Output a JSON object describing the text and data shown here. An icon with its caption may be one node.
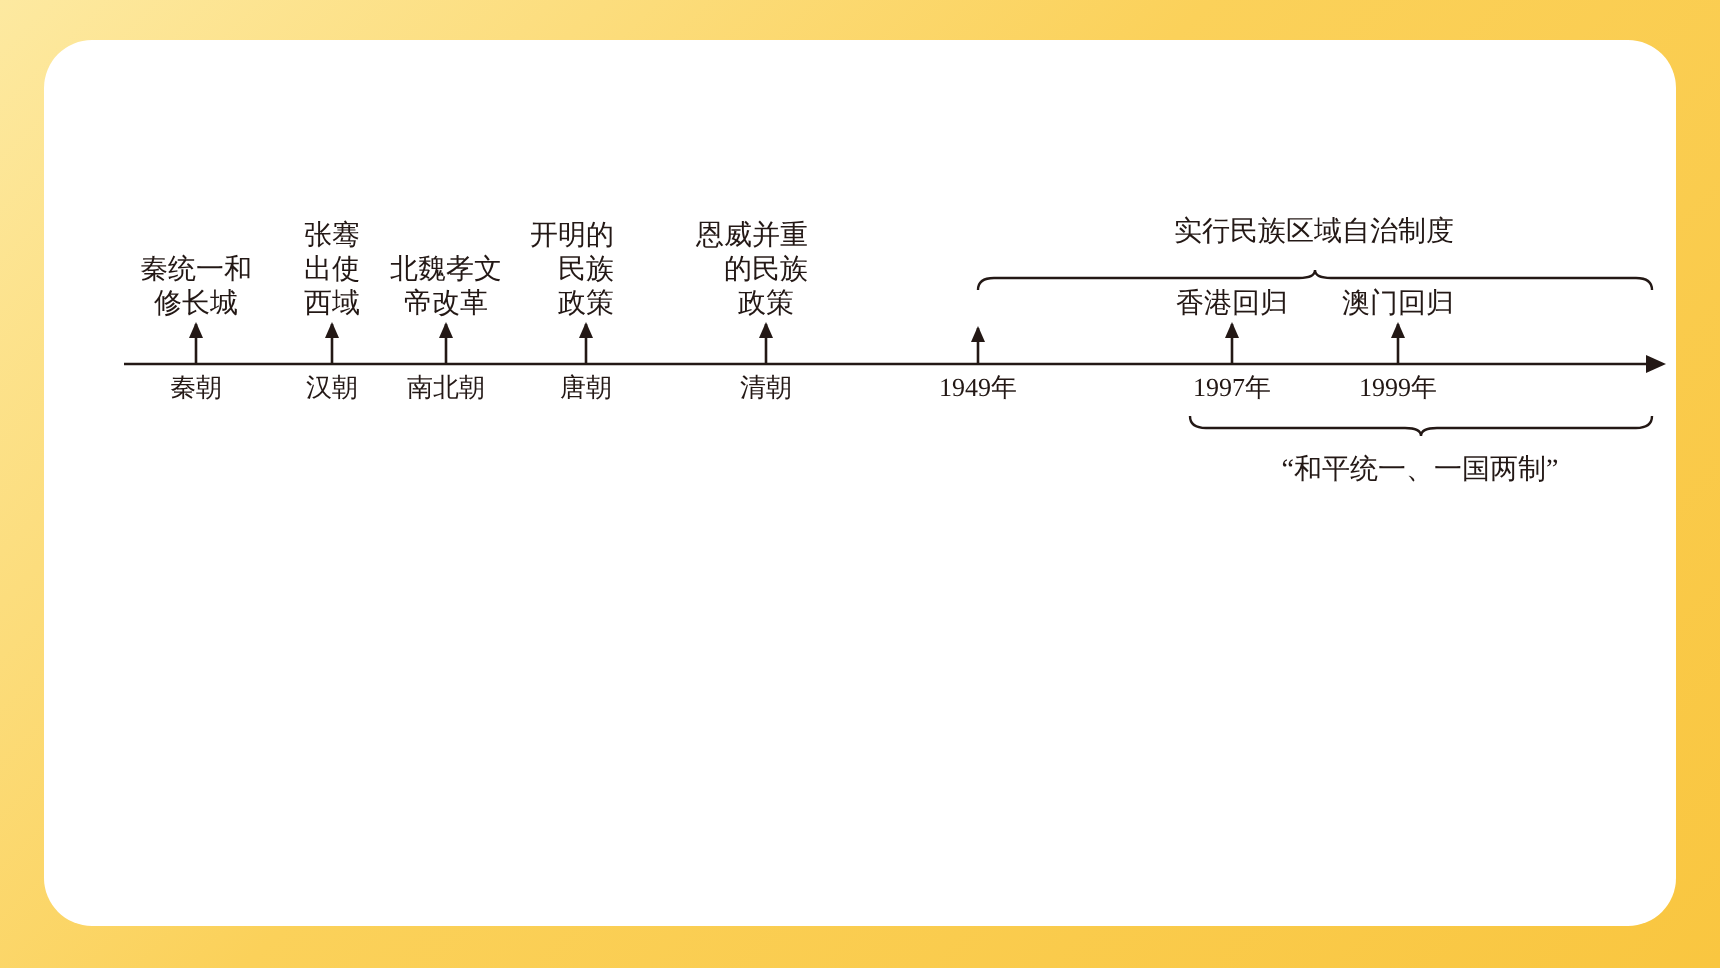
{
  "diagram": {
    "nodes": [
      {
        "text": [
          "秦统一和修长城"
        ]
      },
      {
        "text": [
          "张骞出使西域"
        ]
      },
      {
        "text": [
          "北魏孝文帝改革"
        ]
      },
      {
        "text": [
          "开明的民族政策"
        ]
      },
      {
        "text": [
          "恩威并重的民族政策"
        ]
      },
      {
        "text": [
          "香港回归"
        ]
      },
      {
        "text": [
          "澳门回归"
        ]
      },
      {
        "text": [
          "秦朝"
        ]
      },
      {
        "text": [
          "汉朝"
        ]
      },
      {
        "text": [
          "南北朝"
        ]
      },
      {
        "text": [
          "唐朝"
        ]
      },
      {
        "text": [
          "清朝"
        ]
      },
      {
        "text": [
          "1949年"
        ]
      },
      {
        "text": [
          "1997年"
        ]
      },
      {
        "text": [
          "1999年"
        ]
      }
    ],
    "edges": [
      {
        "from": 7,
        "to": 0,
        "arrow": "to"
      },
      {
        "from": 8,
        "to": 1,
        "arrow": "to"
      },
      {
        "from": 9,
        "to": 2,
        "arrow": "to"
      },
      {
        "from": 10,
        "to": 3,
        "arrow": "to"
      },
      {
        "from": 11,
        "to": 4,
        "arrow": "to"
      },
      {
        "from": 12,
        "to": null,
        "arrow": "to"
      },
      {
        "from": 13,
        "to": 5,
        "arrow": "to"
      },
      {
        "from": 14,
        "to": 6,
        "arrow": "to"
      }
    ],
    "labels": [
      "实行民族区域自治制度",
      "“和平统一、一国两制”"
    ]
  }
}
